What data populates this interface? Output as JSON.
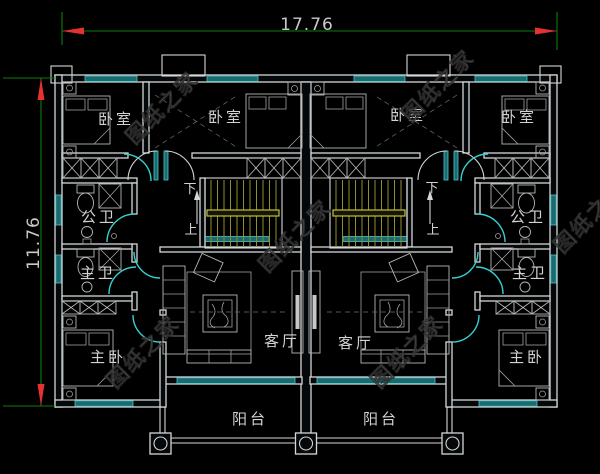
{
  "dimensions": {
    "width_label": "17.76",
    "height_label": "11.76"
  },
  "rooms": {
    "bedrooms": [
      "卧室",
      "卧室",
      "卧室",
      "卧室"
    ],
    "public_bathrooms": [
      "公卫",
      "公卫"
    ],
    "master_bathrooms": [
      "主卫",
      "主卫"
    ],
    "master_bedrooms": [
      "主卧",
      "主卧"
    ],
    "living_rooms": [
      "客厅",
      "客厅"
    ],
    "balconies": [
      "阳台",
      "阳台"
    ]
  },
  "stairs": {
    "down": "下",
    "up": "上"
  },
  "watermark": {
    "text": "图纸之家"
  },
  "colors": {
    "background": "#000000",
    "wall_line": "#d6d6d6",
    "window_teal": "#1b6a6e",
    "door_cyan": "#35d0d0",
    "dimension_green": "#0e7c0e",
    "arrow_red": "#e43131",
    "stair_yellow": "#8f8f2b",
    "handrail_yellow": "#c2c230",
    "dimension_text": "#c9c9c9",
    "watermark_gray": "#8a8a8a"
  }
}
